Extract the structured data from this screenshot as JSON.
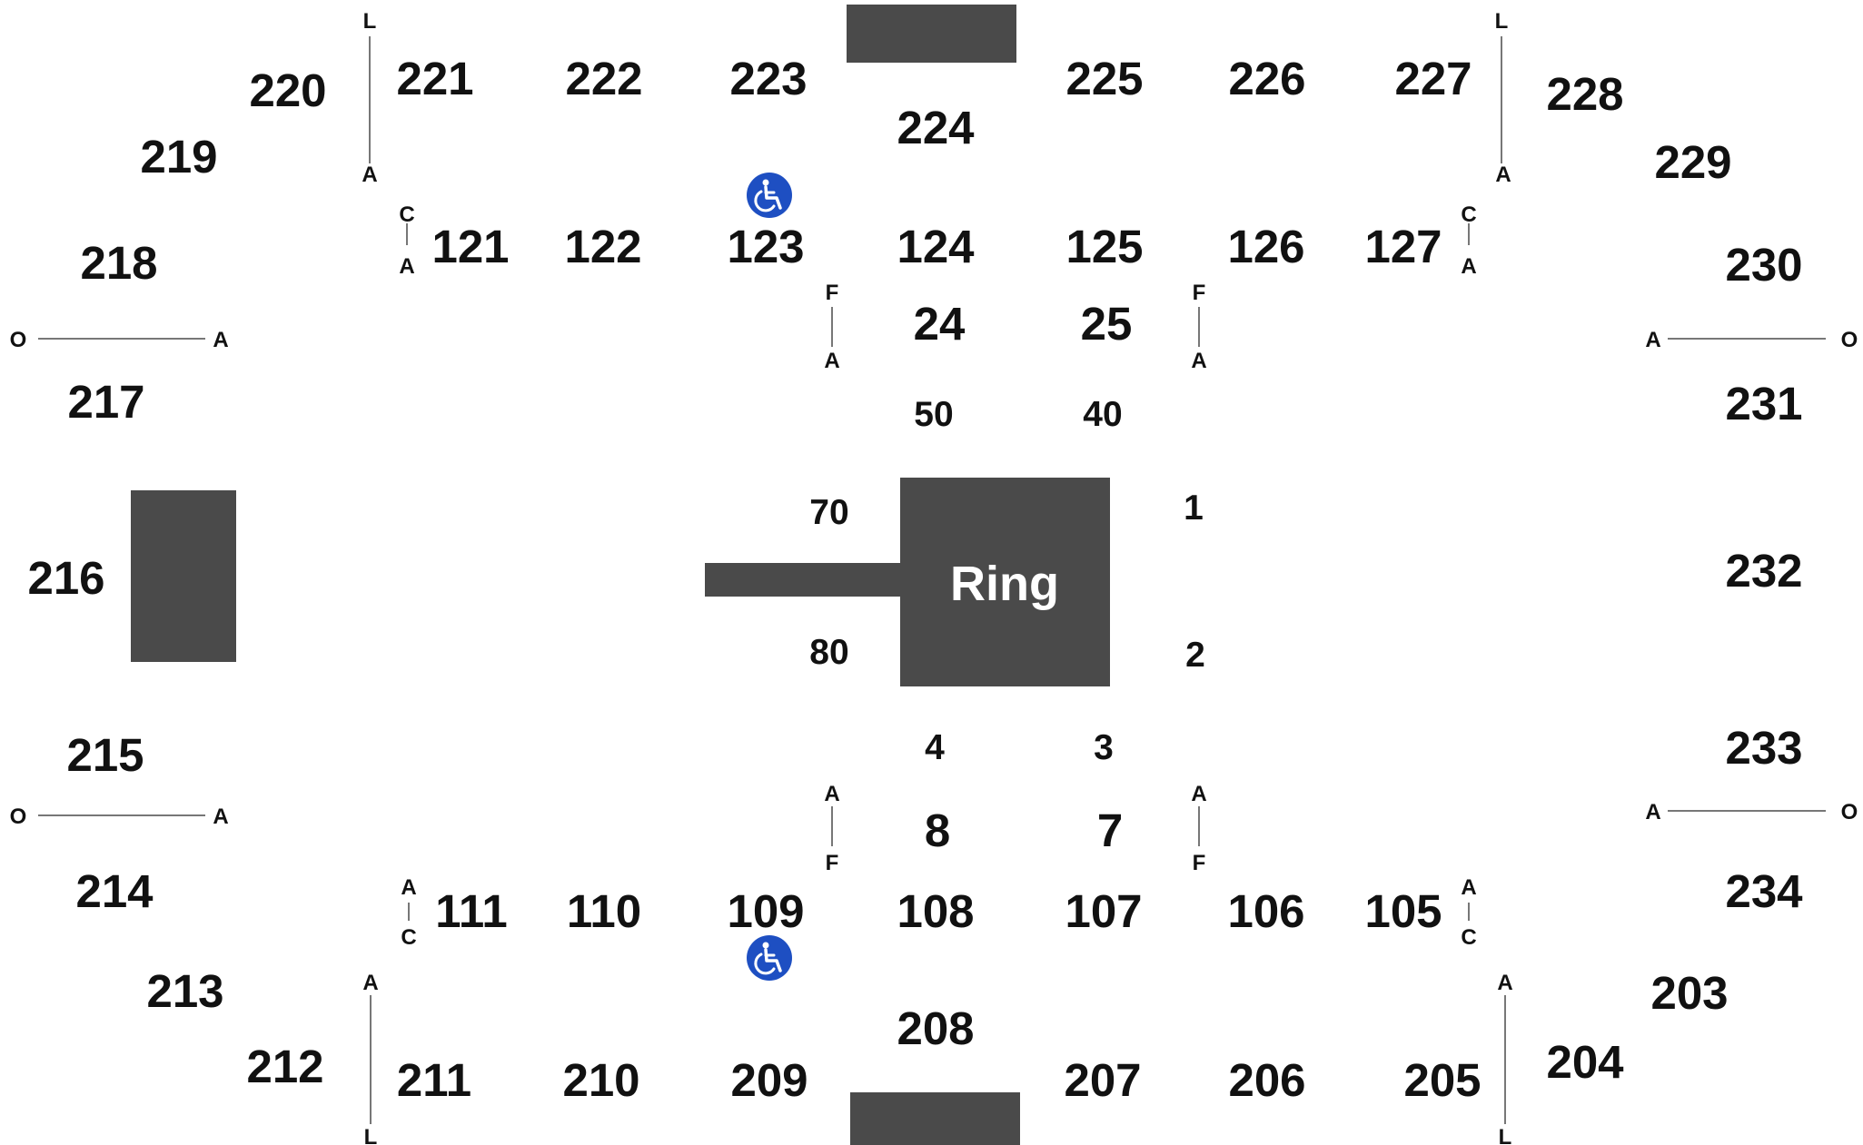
{
  "ring_label": "Ring",
  "sections_upper": {
    "s203": "203",
    "s204": "204",
    "s205": "205",
    "s206": "206",
    "s207": "207",
    "s208": "208",
    "s209": "209",
    "s210": "210",
    "s211": "211",
    "s212": "212",
    "s213": "213",
    "s214": "214",
    "s215": "215",
    "s216": "216",
    "s217": "217",
    "s218": "218",
    "s219": "219",
    "s220": "220",
    "s221": "221",
    "s222": "222",
    "s223": "223",
    "s224": "224",
    "s225": "225",
    "s226": "226",
    "s227": "227",
    "s228": "228",
    "s229": "229",
    "s230": "230",
    "s231": "231",
    "s232": "232",
    "s233": "233",
    "s234": "234"
  },
  "sections_lower": {
    "s105": "105",
    "s106": "106",
    "s107": "107",
    "s108": "108",
    "s109": "109",
    "s110": "110",
    "s111": "111",
    "s121": "121",
    "s122": "122",
    "s123": "123",
    "s124": "124",
    "s125": "125",
    "s126": "126",
    "s127": "127"
  },
  "sections_floor": {
    "s24": "24",
    "s25": "25",
    "s7": "7",
    "s8": "8"
  },
  "ringside": {
    "r50": "50",
    "r40": "40",
    "r70": "70",
    "r80": "80",
    "r1": "1",
    "r2": "2",
    "r3": "3",
    "r4": "4"
  },
  "row_letters": {
    "L": "L",
    "A": "A",
    "C": "C",
    "F": "F",
    "O": "O"
  },
  "colors": {
    "structure": "#4a4a4a",
    "accessible": "#1e4fc2",
    "text": "#111111"
  },
  "icons": [
    "wheelchair-icon"
  ]
}
